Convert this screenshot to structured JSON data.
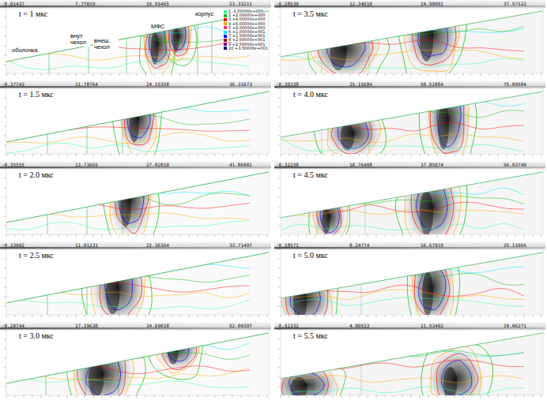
{
  "diagram": {
    "labels": [
      "-0.01437",
      "7.77019",
      "15.55465",
      "23.33211",
      "t = 1 мкс",
      "оболочка",
      "внут чехол",
      "внеш. чехол",
      "МФС",
      "корпус",
      "-0.37743",
      "11.78764",
      "24.15358",
      "36.31673",
      "t = 1.5 мкс",
      "-0.35555",
      "13.73665",
      "27.82810",
      "41.86081",
      "t = 2.0 мкс",
      "-0.33902",
      "11.01231",
      "22.36364",
      "33.71497",
      "t = 2.5 мкс",
      "-0.20744",
      "17.19638",
      "34.60018",
      "52.00397",
      "t = 3.0 мкс",
      "-0.28530",
      "12.34610",
      "24.98001",
      "37.57122",
      "t = 3.5 мкс",
      "-0.30338",
      "25.15684",
      "50.52884",
      "75.89584",
      "t = 4.0 мкс",
      "-0.32258",
      "18.76408",
      "37.85074",
      "56.93740",
      "t = 4.5 мкс",
      "-0.18571",
      "8.24774",
      "16.67919",
      "25.11065",
      "t = 5.0 мкс",
      "-0.52332",
      "4.00533",
      "11.53402",
      "19.06271",
      "t = 5.5 мкс"
    ],
    "legend": [
      {
        "text": "1 -1.00000e+000",
        "color": "#33ff99"
      },
      {
        "text": "2 +2.00000e+000",
        "color": "#00bb00"
      },
      {
        "text": "3 +4.00000e+000",
        "color": "#ff0000"
      },
      {
        "text": "4 +6.00000e+000",
        "color": "#ffaa00"
      },
      {
        "text": "5 +8.00000e+000",
        "color": "#ff3366"
      },
      {
        "text": "6 +1.00000e+001",
        "color": "#00e5ff"
      },
      {
        "text": "7 +1.50000e+001",
        "color": "#0000ff"
      },
      {
        "text": "8 +2.00000e+001",
        "color": "#990000"
      },
      {
        "text": "9 +2.50000e+001",
        "color": "#800080"
      },
      {
        "text": "10 +3.50000e+001",
        "color": "#000080"
      }
    ]
  }
}
